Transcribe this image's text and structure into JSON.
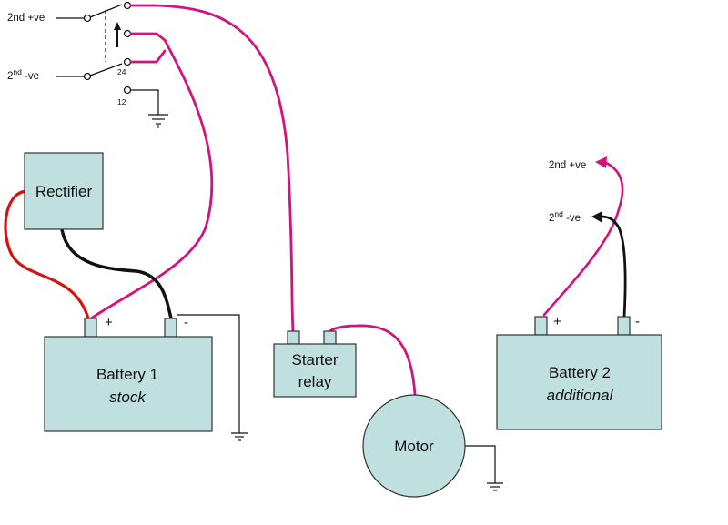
{
  "switch": {
    "label_pos": "2nd +ve",
    "label_neg_prefix": "2",
    "label_neg_sup": "nd",
    "label_neg_suffix": " -ve",
    "terminal_24": "24",
    "terminal_12": "12"
  },
  "rectifier": {
    "label": "Rectifier"
  },
  "battery1": {
    "title": "Battery 1",
    "subtitle": "stock",
    "plus": "+",
    "minus": "-"
  },
  "starter": {
    "line1": "Starter",
    "line2": "relay"
  },
  "motor": {
    "label": "Motor"
  },
  "battery2": {
    "title": "Battery 2",
    "subtitle": "additional",
    "plus": "+",
    "minus": "-"
  },
  "outputs": {
    "pos_label": "2nd +ve",
    "neg_prefix": "2",
    "neg_sup": "nd",
    "neg_suffix": " -ve"
  },
  "colors": {
    "box_fill": "#c0dfdf",
    "magenta_wire": "#d4117c",
    "red_wire": "#d61111",
    "black_wire": "#111111"
  }
}
